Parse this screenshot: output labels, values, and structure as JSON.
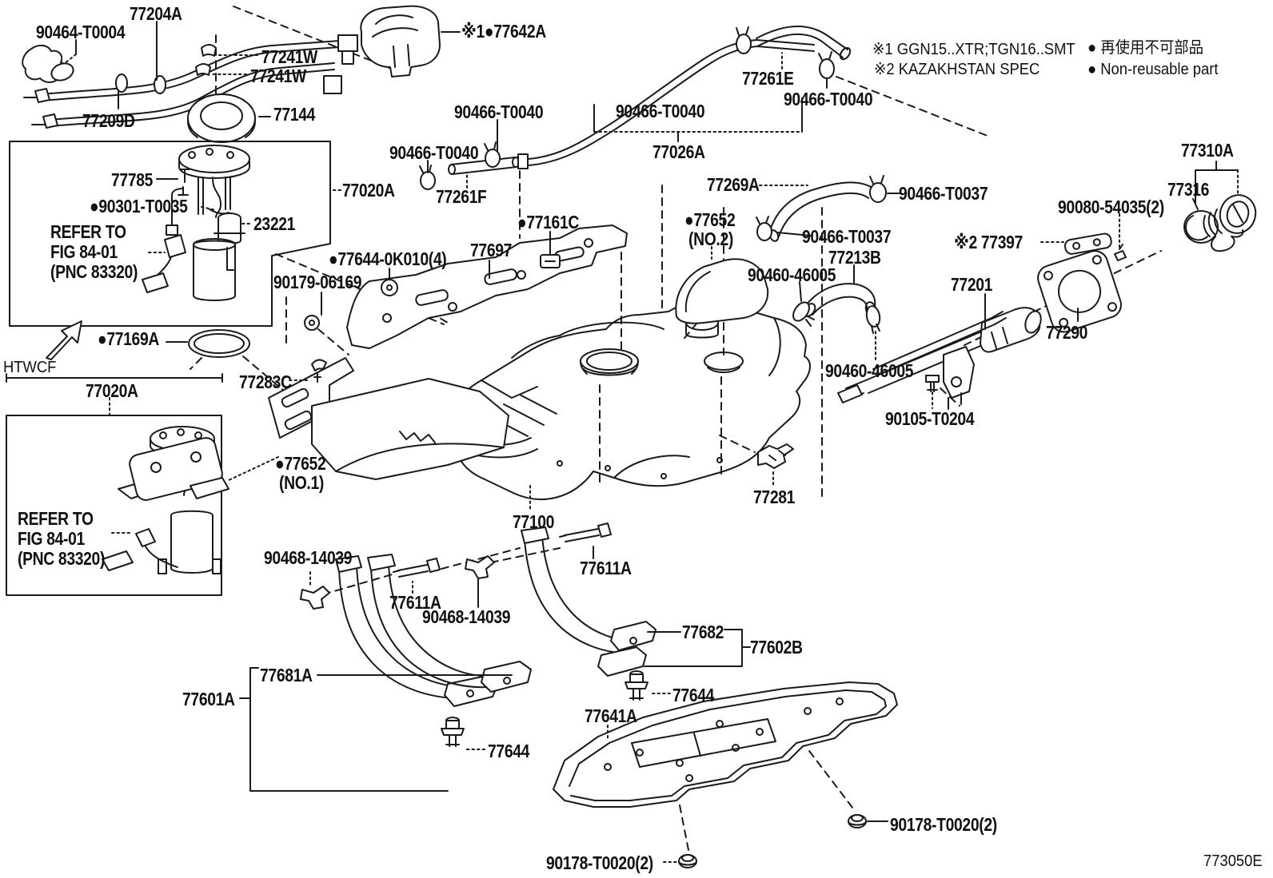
{
  "figure_code": "773050E",
  "notes": {
    "note1": "※1 GGN15..XTR;TGN16..SMT",
    "note2": "※2 KAZAKHSTAN SPEC",
    "nonreusable_jp": "● 再使用不可部品",
    "nonreusable_en": "● Non-reusable part"
  },
  "labels": {
    "l90464": "90464-T0004",
    "l77204a": "77204A",
    "l77241w1": "77241W",
    "l77241w2": "77241W",
    "l77209d": "77209D",
    "l77144": "77144",
    "l77785": "77785",
    "l90301": "●90301-T0035",
    "lrefer1": "REFER TO\nFIG 84-01\n(PNC 83320)",
    "l23221": "23221",
    "l77020a1": "77020A",
    "l77169a": "●77169A",
    "lhtwcf": "HTWCF",
    "l77020a2": "77020A",
    "lrefer2": "REFER TO\nFIG 84-01\n(PNC 83320)",
    "l77283c": "77283C",
    "l77652n1": "●77652\n (NO.1)",
    "l90179": "90179-06169",
    "l77644ok": "●77644-0K010(4)",
    "l77697": "77697",
    "l77161c": "●77161C",
    "l77642a": "※1●77642A",
    "l90466a": "90466-T0040",
    "l90466b": "90466-T0040",
    "l77261f": "77261F",
    "l90466c": "90466-T0040",
    "l77261e": "77261E",
    "l90466d": "90466-T0040",
    "l77026a": "77026A",
    "l77269a": "77269A",
    "l90466t37a": "90466-T0037",
    "l77652n2": "●77652\n (NO.2)",
    "l90466t37b": "90466-T0037",
    "l77213b": "77213B",
    "l90460a": "90460-46005",
    "l77397": "※2 77397",
    "l90080": "90080-54035(2)",
    "l77310a": "77310A",
    "l77316": "77316",
    "l77201": "77201",
    "l77290": "77290",
    "l90460b": "90460-46005",
    "l90105": "90105-T0204",
    "l77281": "77281",
    "l77100": "77100",
    "l90468a": "90468-14039",
    "l77611a2": "77611A",
    "l90468b": "90468-14039",
    "l77611a1": "77611A",
    "l77682": "77682",
    "l77602b": "77602B",
    "l77681a": "77681A",
    "l77601a": "77601A",
    "l77644b": "77644",
    "l77641a": "77641A",
    "l77644a": "77644",
    "l90178a": "90178-T0020(2)",
    "l90178b": "90178-T0020(2)"
  }
}
